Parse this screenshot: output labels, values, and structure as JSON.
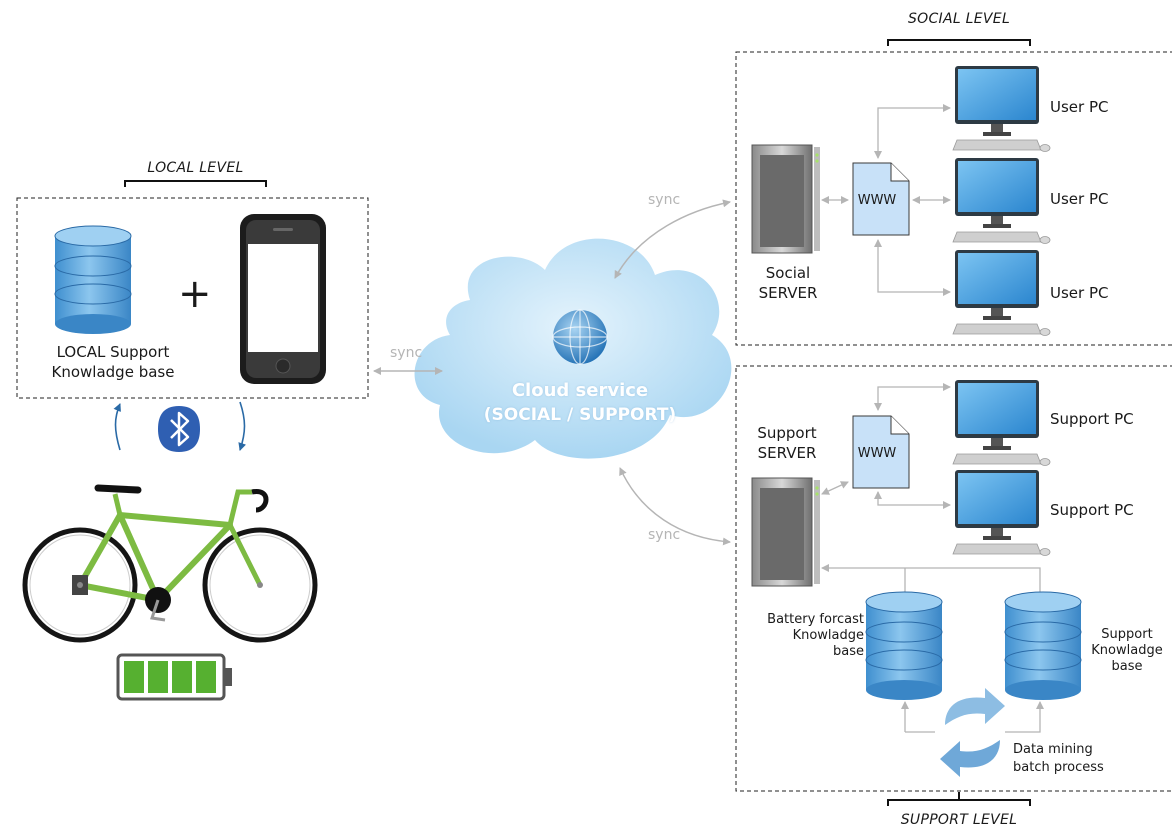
{
  "local": {
    "level_label": "LOCAL LEVEL",
    "kb_line1": "LOCAL Support",
    "kb_line2": "Knowladge base",
    "plus": "+"
  },
  "cloud": {
    "title": "Cloud service",
    "subtitle": "(SOCIAL / SUPPORT)"
  },
  "sync_labels": [
    "sync",
    "sync",
    "sync"
  ],
  "social": {
    "level_label": "SOCIAL LEVEL",
    "server_line1": "Social",
    "server_line2": "SERVER",
    "www": "WWW",
    "pcs": [
      "User PC",
      "User PC",
      "User PC"
    ]
  },
  "support": {
    "level_label": "SUPPORT LEVEL",
    "server_line1": "Support",
    "server_line2": "SERVER",
    "www": "WWW",
    "pcs": [
      "Support PC",
      "Support PC"
    ],
    "battery_kb": [
      "Battery forcast",
      "Knowladge",
      "base"
    ],
    "support_kb": [
      "Support",
      "Knowladge",
      "base"
    ],
    "data_mining": [
      "Data mining",
      "batch process"
    ]
  },
  "colors": {
    "db_blue": "#5aa5dd",
    "bike_green": "#7dbb42",
    "battery_green": "#56b030",
    "cloud_blue": "#bfe0f5",
    "arrow_gray": "#b5b5b5",
    "monitor_blue": "#3d9bdc"
  }
}
